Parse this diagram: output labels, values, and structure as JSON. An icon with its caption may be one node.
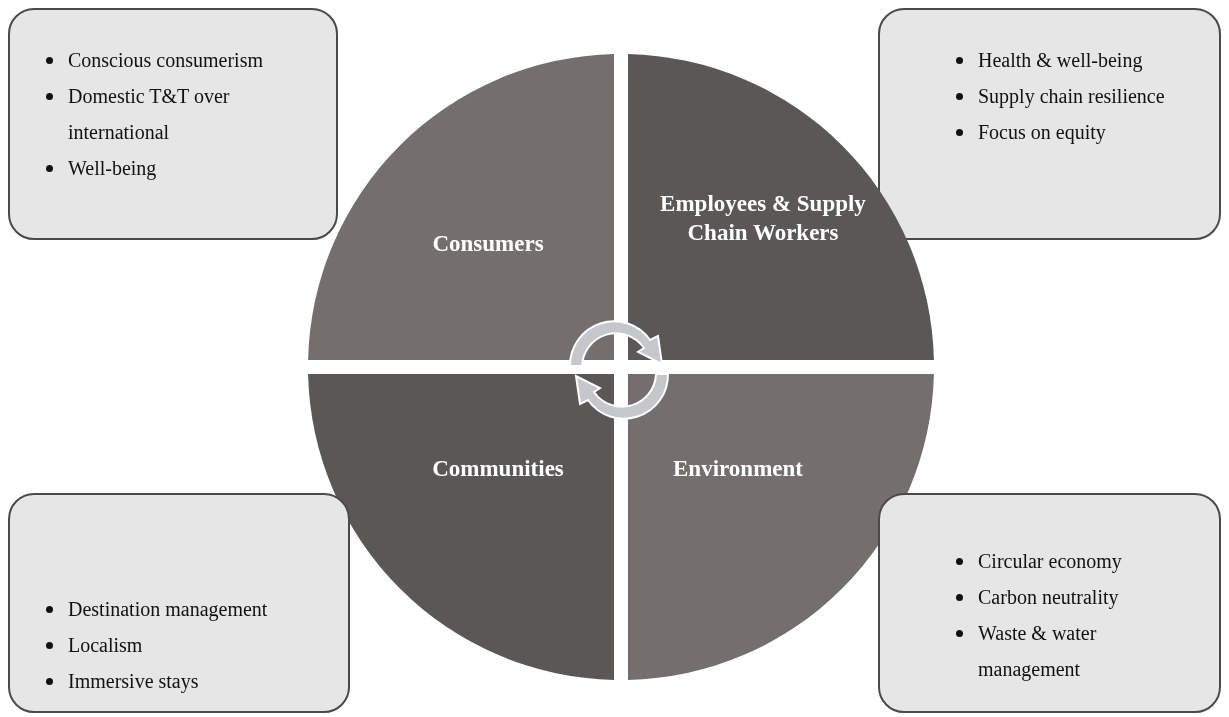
{
  "diagram": {
    "nodes": [
      {
        "text": [
          "Conscious consumerism",
          "Domestic T&T over international",
          "Well-being"
        ]
      },
      {
        "text": [
          "Health & well-being",
          "Supply chain resilience",
          "Focus on equity"
        ]
      },
      {
        "text": [
          "Consumers"
        ]
      },
      {
        "text": [
          "Employees & Supply Chain Workers"
        ]
      },
      {
        "text": [
          "Communities"
        ]
      },
      {
        "text": [
          "Environment"
        ]
      },
      {
        "text": [
          "Destination management",
          "Localism",
          "Immersive stays"
        ]
      },
      {
        "text": [
          "Circular economy",
          "Carbon neutrality",
          "Waste & water management"
        ]
      }
    ]
  }
}
